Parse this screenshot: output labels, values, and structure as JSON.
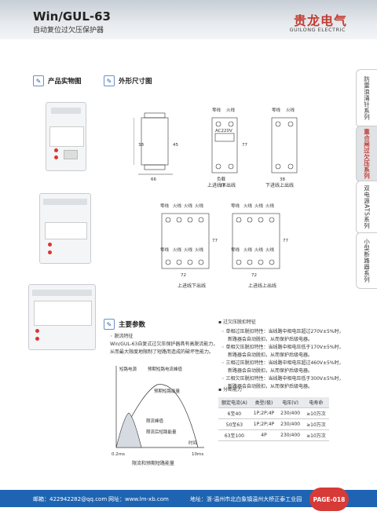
{
  "header": {
    "model": "Win/GUL-63",
    "subtitle": "自动复位过欠压保护器",
    "brand_cn": "贵龙电气",
    "brand_en": "GUILONG ELECTRIC"
  },
  "sections": {
    "product_photo": "产品实物图",
    "dimensions": "外形尺寸图",
    "parameters": "主要参数"
  },
  "side_tabs": [
    "防雷浪涌针系列",
    "重合闸过欠压系列",
    "双电源ATS系列",
    "小型断路器系列"
  ],
  "diagrams": {
    "fig1": {
      "labels": [
        "零线",
        "火线",
        "AC220V",
        "负载",
        "零线",
        "火线"
      ],
      "dims": [
        "38",
        "45",
        "66",
        "36",
        "77",
        "38"
      ],
      "caption_left": "上进线下出线",
      "caption_right": "下进线上出线"
    },
    "fig2": {
      "top_labels": [
        "零线",
        "火线",
        "火线",
        "火线"
      ],
      "bottom_labels": [
        "零线",
        "火线",
        "火线",
        "火线"
      ],
      "top_labels_r": [
        "零线",
        "火线",
        "火线",
        "火线"
      ],
      "bottom_labels_r": [
        "零线",
        "火线",
        "火线",
        "火线"
      ],
      "dims": [
        "72",
        "77",
        "72",
        "77"
      ],
      "caption_left": "上进线下出线",
      "caption_right": "上进线上出线"
    }
  },
  "params": {
    "left_title": "脱流特征",
    "left_desc_1": "Win/GUL-63自复式过欠压保护器具有高脱流能力，",
    "left_desc_2": "从而最大限度地限制了短路而造成的破坏性能力。",
    "curve": {
      "ylabel": "短路电源",
      "l1": "预期短路电流峰值",
      "l2": "预期短路能量",
      "l3": "限流峰值",
      "l4": "限流后短路能量",
      "xlabel": "时间",
      "t1": "0.2ms",
      "t2": "10ms",
      "caption": "限流和预期短路能量"
    },
    "right_title": "过欠压脱扣特征",
    "right_items": [
      [
        "单相过压脱扣特性：当线路中相电压超过270V±5%时，",
        "新路器会自动脱扣，从而保护后级电器。"
      ],
      [
        "单相欠压脱扣特性：当线路中相电压低于170V±5%时，",
        "新路器会自动脱扣，从而保护后级电器。"
      ],
      [
        "三相过压脱扣特性：当线路中相电压超过460V±5%时，",
        "新路器会自动脱扣，从而保护后级电器。"
      ],
      [
        "三相欠压脱扣特性：当线路中相电压低于300V±5%时，",
        "新路器会自动脱扣，从而保护后级电器。"
      ]
    ],
    "capacity_title": "分断能力",
    "capacity_headers": [
      "额定电流(A)",
      "类型(极)",
      "电压(V)",
      "电寿命"
    ],
    "capacity_rows": [
      [
        "6至40",
        "1P;2P;4P",
        "230/400",
        "≥10万次"
      ],
      [
        "50至63",
        "1P;2P;4P",
        "230/400",
        "≥10万次"
      ],
      [
        "63至100",
        "4P",
        "230/400",
        "≥10万次"
      ]
    ]
  },
  "footer": {
    "email": "邮箱：422942282@qq.com",
    "site": "网址：www.lm-xb.com",
    "address": "地址：浙·温州市北白象镇温州大桥正泰工业园",
    "page": "PAGE-018"
  },
  "colors": {
    "brand_red": "#c33d33",
    "footer_blue": "#1f64b2",
    "page_badge": "#d63b37"
  }
}
